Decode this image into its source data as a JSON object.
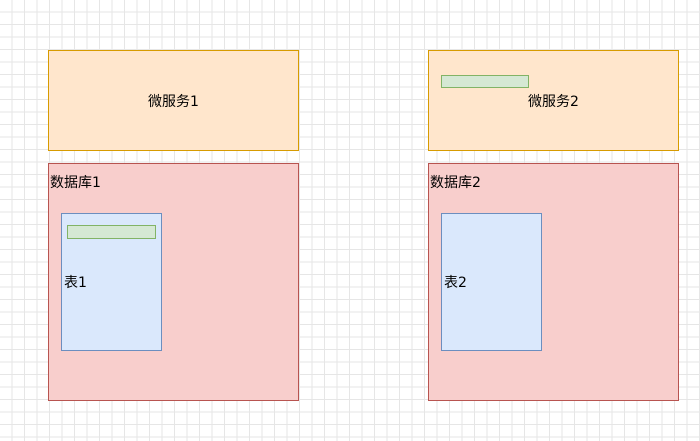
{
  "diagram": {
    "microservice_1": {
      "label": "微服务1"
    },
    "microservice_2": {
      "label": "微服务2"
    },
    "database_1": {
      "label": "数据库1",
      "table": {
        "label": "表1"
      }
    },
    "database_2": {
      "label": "数据库2",
      "table": {
        "label": "表2"
      }
    }
  },
  "colors": {
    "service_fill": "#ffe6cc",
    "service_stroke": "#d79b00",
    "database_fill": "#f8cecc",
    "database_stroke": "#b85450",
    "table_fill": "#dae8fc",
    "table_stroke": "#6c8ebf",
    "bar_fill": "#d5e8d4",
    "bar_stroke": "#82b366",
    "grid_line": "#e6e6e6"
  }
}
